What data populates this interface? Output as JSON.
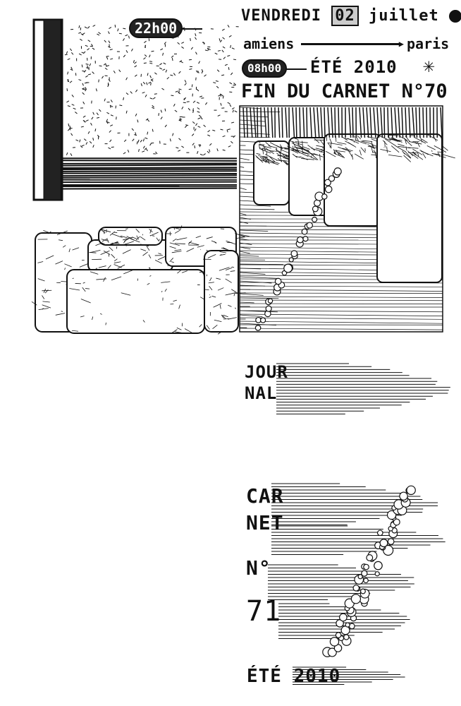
{
  "time_left": "22h00",
  "header": {
    "day": "VENDREDI",
    "date_number": "02",
    "month": "juillet",
    "from": "amiens",
    "to": "paris",
    "time_right": "08h00",
    "season": "ÉTÉ 2010",
    "end_note": "FIN DU CARNET N°70"
  },
  "journal": {
    "line1": "JOUR",
    "line2": "NAL"
  },
  "carnet": {
    "line1": "CAR",
    "line2": "NET",
    "line3": "N°",
    "line4": "71",
    "season": "ÉTÉ 2010"
  },
  "colors": {
    "ink": "#111111",
    "paper": "#ffffff"
  }
}
